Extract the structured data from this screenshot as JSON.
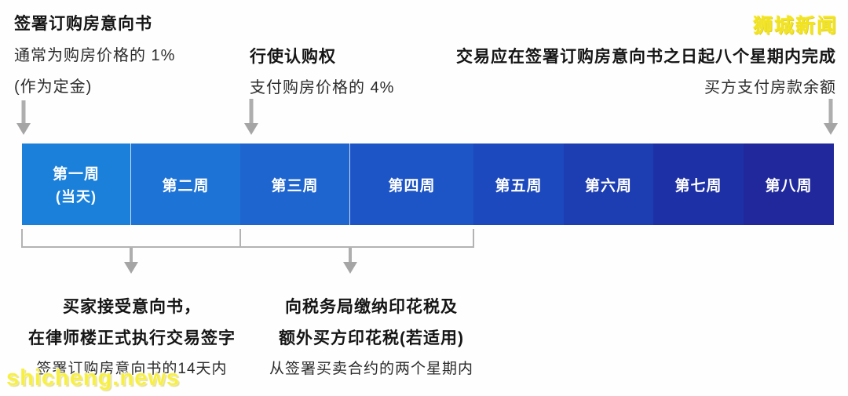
{
  "brand": {
    "logo_text": "狮城新闻",
    "watermark_text": "shicheng.news",
    "accent_yellow": "#f2e41c"
  },
  "top_annotations": {
    "sign_otp": {
      "title": "签署订购房意向书",
      "line1": "通常为购房价格的 1%",
      "line2": "(作为定金)"
    },
    "exercise_option": {
      "title": "行使认购权",
      "line1": "支付购房价格的 4%"
    },
    "completion": {
      "title": "交易应在签署订购房意向书之日起八个星期内完成",
      "line1": "买方支付房款余额"
    }
  },
  "timeline": {
    "bar_colors": [
      "#1b80da",
      "#1e73d7",
      "#1e65d0",
      "#1d55c7",
      "#1c49be",
      "#1d3db2",
      "#1e30a6",
      "#20289c"
    ],
    "segments": [
      {
        "label": "第一周",
        "sublabel": "(当天)",
        "color": "#1b80da",
        "width": 139
      },
      {
        "label": "第二周",
        "sublabel": "",
        "color": "#1e73d7",
        "width": 139
      },
      {
        "label": "第三周",
        "sublabel": "",
        "color": "#1e65d0",
        "width": 140
      },
      {
        "label": "第四周",
        "sublabel": "",
        "color": "#1d55c7",
        "width": 157
      },
      {
        "label": "第五周",
        "sublabel": "",
        "color": "#1c49be",
        "width": 115
      },
      {
        "label": "第六周",
        "sublabel": "",
        "color": "#1d3db2",
        "width": 114
      },
      {
        "label": "第七周",
        "sublabel": "",
        "color": "#1e30a6",
        "width": 115
      },
      {
        "label": "第八周",
        "sublabel": "",
        "color": "#20289c",
        "width": 115
      }
    ]
  },
  "bottom_annotations": {
    "accept_otp": {
      "bold1": "买家接受意向书，",
      "bold2": "在律师楼正式执行交易签字",
      "note": "签署订购房意向书的14天内"
    },
    "stamp_duty": {
      "bold1": "向税务局缴纳印花税及",
      "bold2": "额外买方印花税(若适用)",
      "note": "从签署买卖合约的两个星期内"
    }
  }
}
